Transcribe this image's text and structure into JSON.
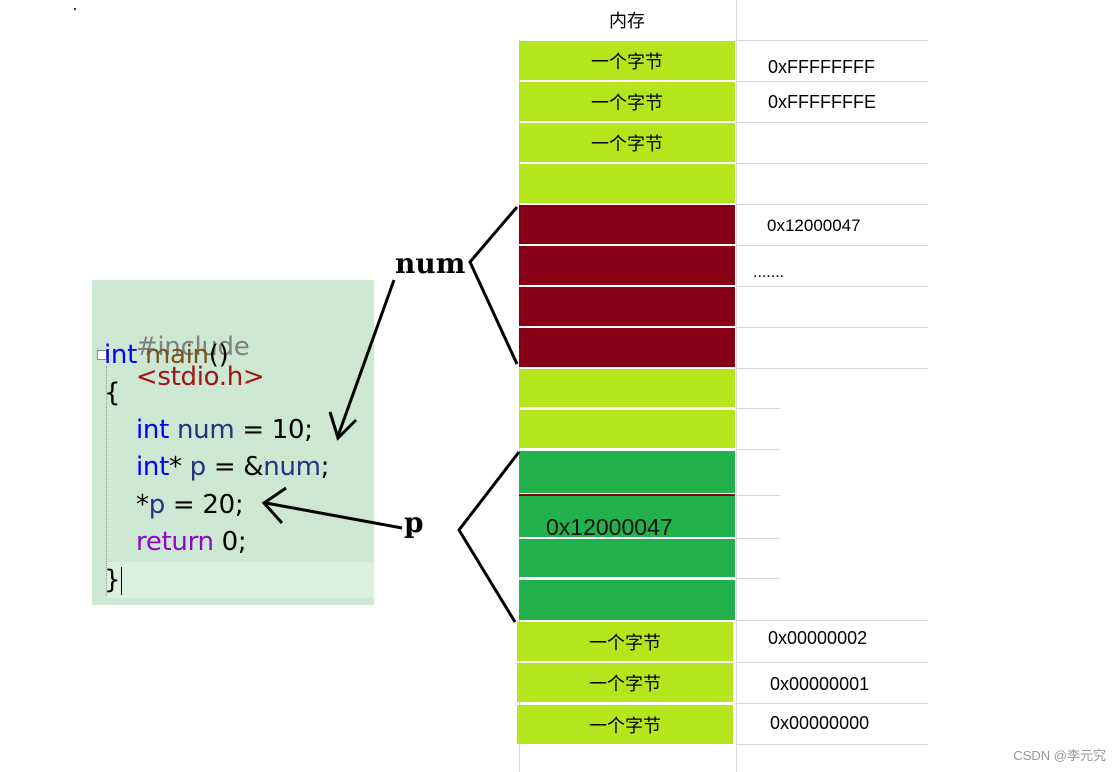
{
  "memory_table": {
    "header": "内存",
    "cells": [
      {
        "label": "一个字节",
        "address": "0xFFFFFFFF"
      },
      {
        "label": "一个字节",
        "address": "0xFFFFFFFE"
      },
      {
        "label": "一个字节",
        "address": ""
      },
      {
        "label": "",
        "address": ""
      },
      {
        "label": "",
        "address": "0x12000047"
      },
      {
        "label": "",
        "address": "......."
      },
      {
        "label": "",
        "address": ""
      },
      {
        "label": "",
        "address": ""
      },
      {
        "label": "",
        "address": ""
      },
      {
        "label": "",
        "address": ""
      },
      {
        "label": "",
        "address": ""
      },
      {
        "label": "",
        "address": ""
      },
      {
        "label": "",
        "address": ""
      },
      {
        "label": "",
        "address": ""
      },
      {
        "label": "一个字节",
        "address": "0x00000002"
      },
      {
        "label": "一个字节",
        "address": "0x00000001"
      },
      {
        "label": "一个字节",
        "address": "0x00000000"
      }
    ],
    "p_value": "0x12000047",
    "colors": {
      "byte": "#b5e61d",
      "num": "#880015",
      "p": "#22b14c"
    }
  },
  "labels": {
    "num": "num",
    "p": "p"
  },
  "code": {
    "include_kw": "#include",
    "include_hdr": "<stdio.h>",
    "int1": "int",
    "main": "main",
    "main_parens": "()",
    "open_brace": "{",
    "int2": "int",
    "num_decl": "num",
    "num_assign": " = 10;",
    "int3": "int",
    "p_star": "* ",
    "p_decl": "p",
    "p_eq": " = &",
    "num_ref": "num",
    "semi": ";",
    "deref_star": "*",
    "p_use": "p",
    "assign20": " = 20;",
    "ret_kw": "return",
    "ret_val": " 0;",
    "close_brace": "}"
  },
  "watermark": "CSDN @李元究"
}
